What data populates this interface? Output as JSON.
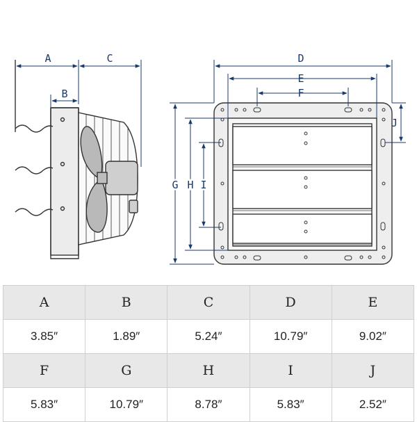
{
  "drawing": {
    "labels": {
      "A": "A",
      "B": "B",
      "C": "C",
      "D": "D",
      "E": "E",
      "F": "F",
      "G": "G",
      "H": "H",
      "I": "I",
      "J": "J"
    },
    "colors": {
      "line": "#333333",
      "dimension": "#1a3a6b",
      "fill": "#e6e6e6"
    }
  },
  "table": {
    "rows": [
      {
        "headers": [
          "A",
          "B",
          "C",
          "D",
          "E"
        ],
        "values": [
          "3.85″",
          "1.89″",
          "5.24″",
          "10.79″",
          "9.02″"
        ]
      },
      {
        "headers": [
          "F",
          "G",
          "H",
          "I",
          "J"
        ],
        "values": [
          "5.83″",
          "10.79″",
          "8.78″",
          "5.83″",
          "2.52″"
        ]
      }
    ]
  }
}
